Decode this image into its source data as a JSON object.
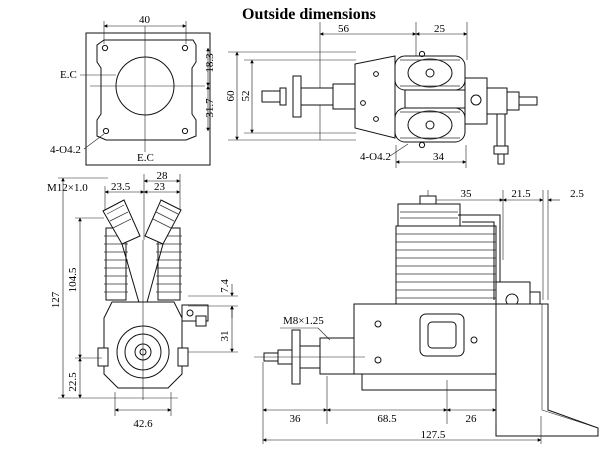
{
  "title": "Outside dimensions",
  "mount_view": {
    "width_label": "40",
    "ec_left": "E.C",
    "ec_bottom": "E.C",
    "dim_upper": "18.3",
    "dim_lower": "31.7",
    "holes": "4-O4.2"
  },
  "top_view": {
    "dim_56": "56",
    "dim_25": "25",
    "dim_60": "60",
    "dim_52": "52",
    "holes": "4-O4.2",
    "dim_34": "34"
  },
  "front_view": {
    "thread": "M12×1.0",
    "dim_28": "28",
    "dim_23_5": "23.5",
    "dim_23": "23",
    "dim_127": "127",
    "dim_104_5": "104.5",
    "dim_7_4": "7.4",
    "dim_31": "31",
    "dim_22_5": "22.5",
    "dim_42_6": "42.6"
  },
  "side_view": {
    "dim_35": "35",
    "dim_21_5": "21.5",
    "dim_2_5": "2.5",
    "thread": "M8×1.25",
    "dim_36": "36",
    "dim_68_5": "68.5",
    "dim_26": "26",
    "dim_127_5": "127.5"
  }
}
